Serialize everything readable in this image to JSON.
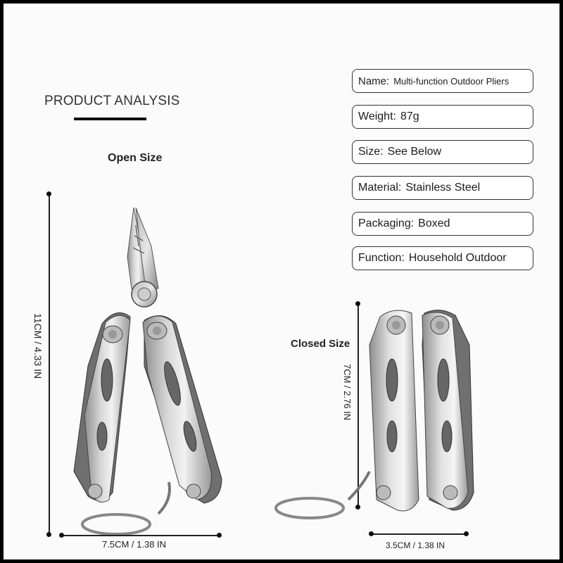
{
  "heading": "PRODUCT ANALYSIS",
  "open_size_label": "Open Size",
  "closed_size_label": "Closed Size",
  "specs": [
    {
      "key": "Name:",
      "value": "Multi-function Outdoor Pliers"
    },
    {
      "key": "Weight:",
      "value": "87g"
    },
    {
      "key": "Size:",
      "value": "See Below"
    },
    {
      "key": "Material:",
      "value": "Stainless Steel"
    },
    {
      "key": "Packaging:",
      "value": "Boxed"
    },
    {
      "key": "Function:",
      "value": "Household Outdoor"
    }
  ],
  "dimensions": {
    "open_height": "11CM / 4.33 IN",
    "open_width": "7.5CM / 1.38 IN",
    "closed_height": "7CM / 2.76 IN",
    "closed_width": "3.5CM / 1.38 IN"
  }
}
